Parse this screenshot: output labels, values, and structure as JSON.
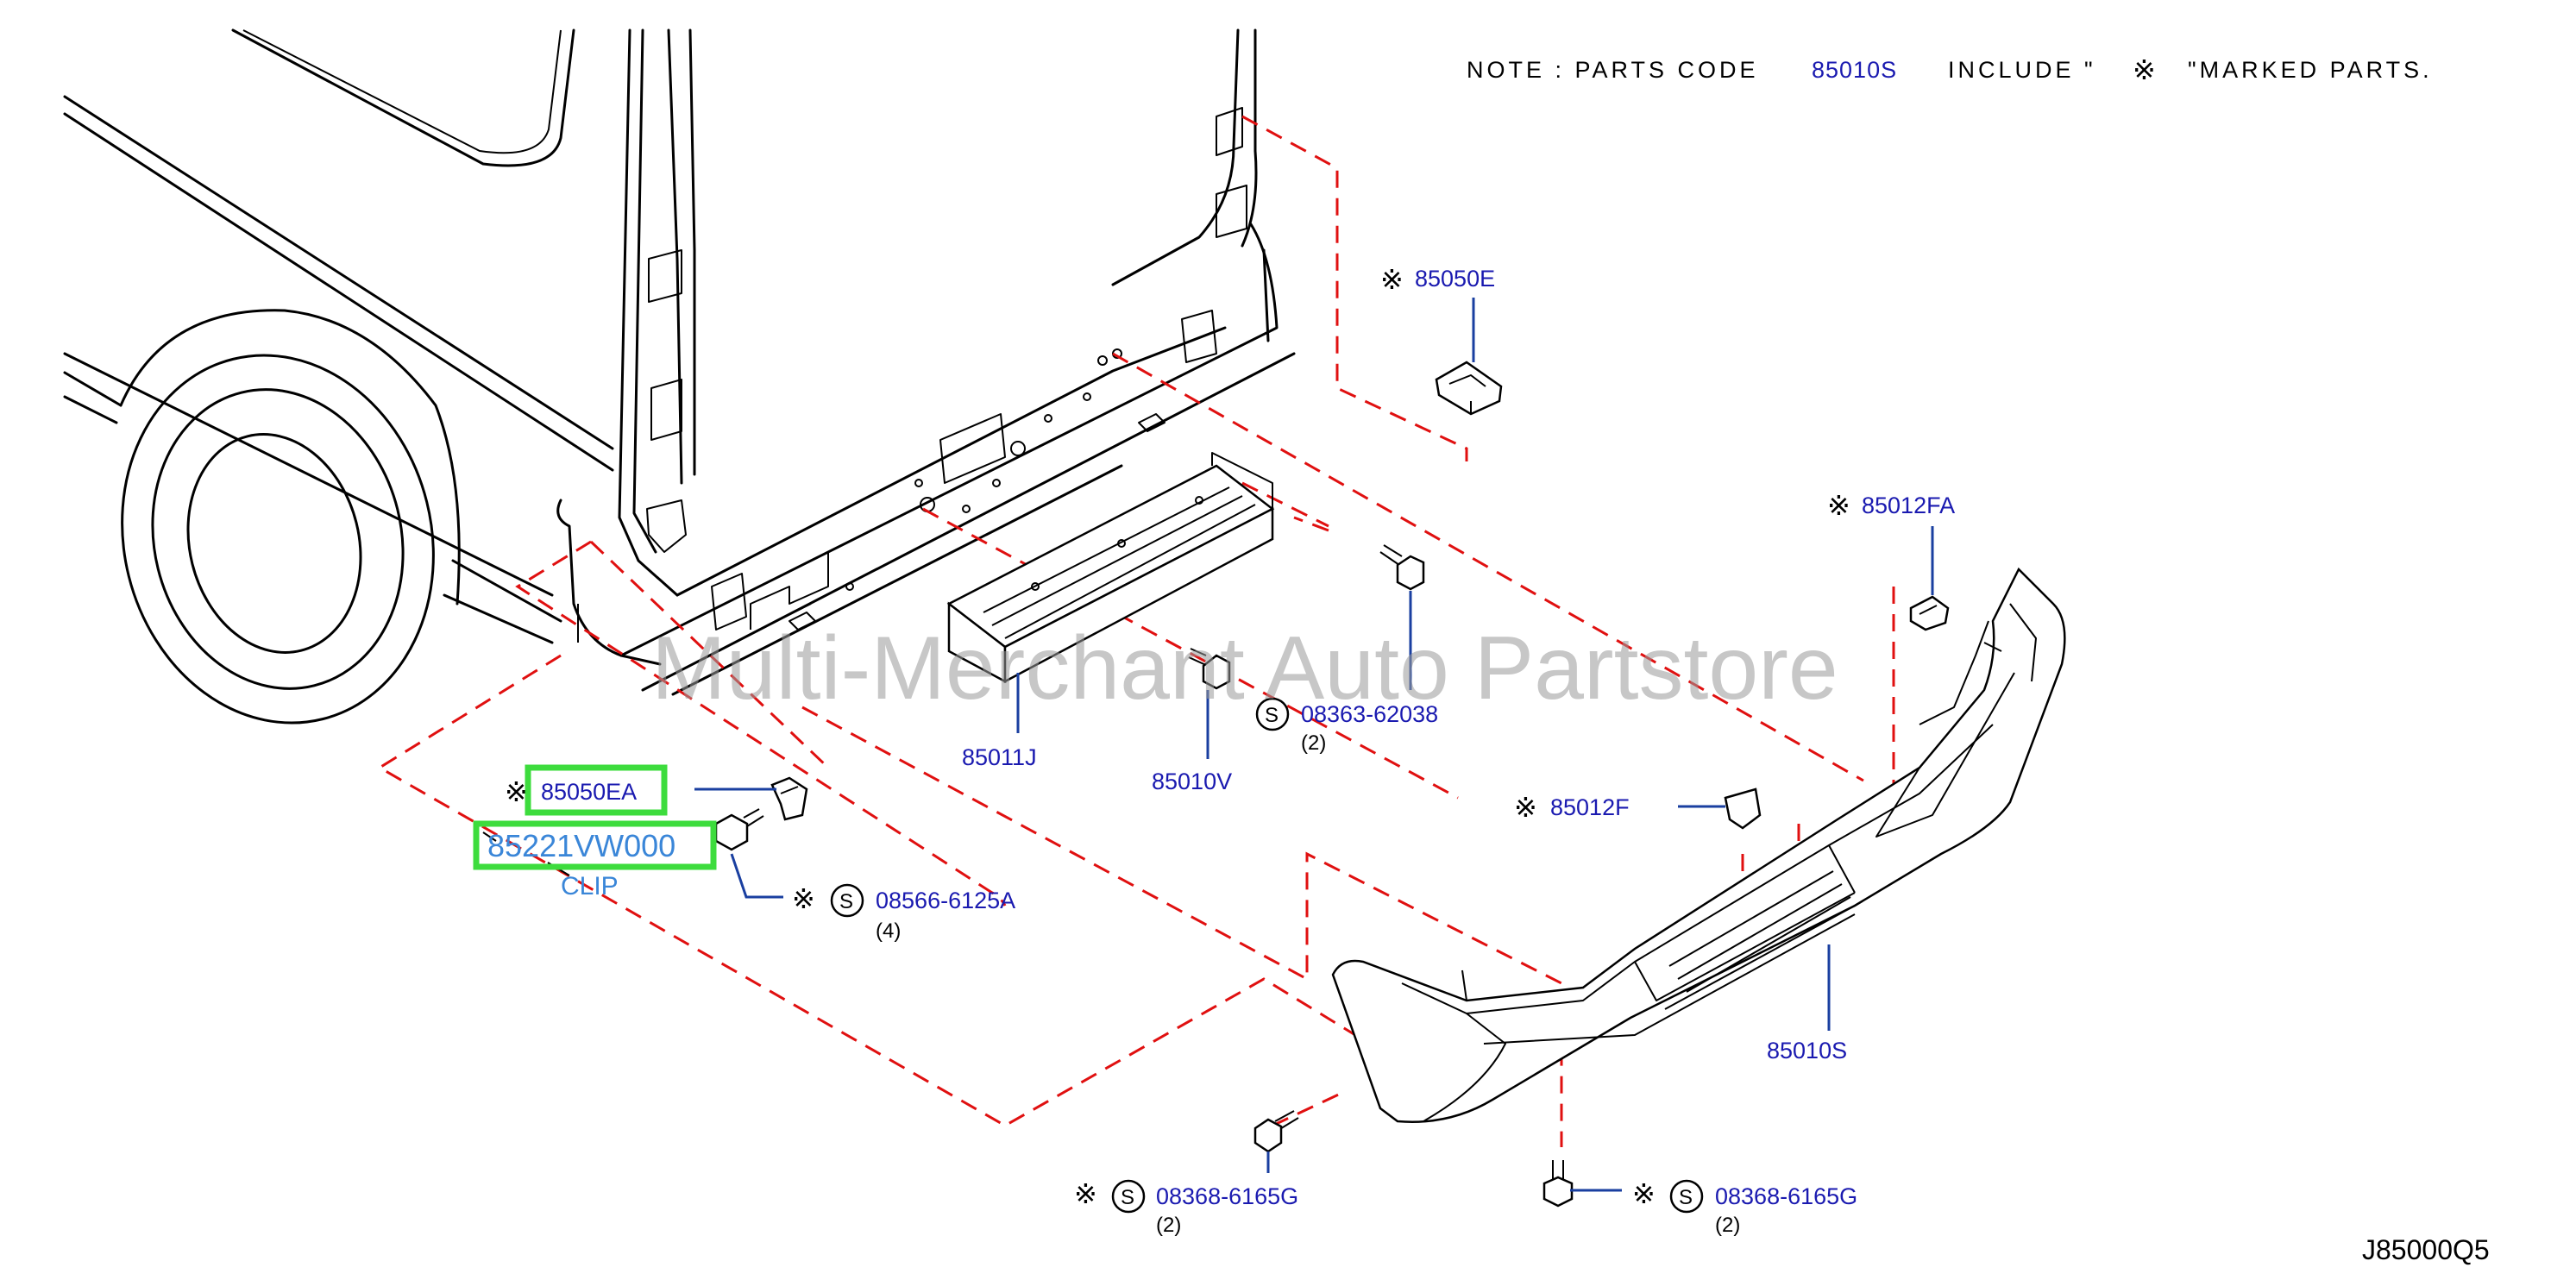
{
  "note": {
    "prefix": "NOTE : PARTS CODE",
    "code": "85010S",
    "middle": "INCLUDE \"",
    "mark": "※",
    "suffix": "\"MARKED PARTS."
  },
  "watermark": "Multi-Merchant Auto Partstore",
  "diagram_code": "J85000Q5",
  "parts": [
    {
      "code": "85050E",
      "marked": true
    },
    {
      "code": "85012FA",
      "marked": true
    },
    {
      "code": "85011J",
      "marked": false
    },
    {
      "code": "85010V",
      "marked": false
    },
    {
      "code": "08363-62038",
      "service": true,
      "qty": "(2)"
    },
    {
      "code": "85050EA",
      "marked": true
    },
    {
      "code": "08566-6125A",
      "marked": true,
      "service": true,
      "qty": "(4)"
    },
    {
      "code": "85012F",
      "marked": true
    },
    {
      "code": "85010S",
      "marked": false
    },
    {
      "code": "08368-6165G",
      "marked": true,
      "service": true,
      "qty": "(2)"
    },
    {
      "code": "08368-6165G",
      "marked": true,
      "service": true,
      "qty": "(2)"
    }
  ],
  "highlight": {
    "code": "85221VW000",
    "label": "CLIP"
  },
  "symbols": {
    "mark": "※",
    "service": "S"
  },
  "colors": {
    "label": "#1a1ab0",
    "dash": "#e01010",
    "highlight_box": "#3ddc3d",
    "highlight_text": "#3a86d8"
  }
}
